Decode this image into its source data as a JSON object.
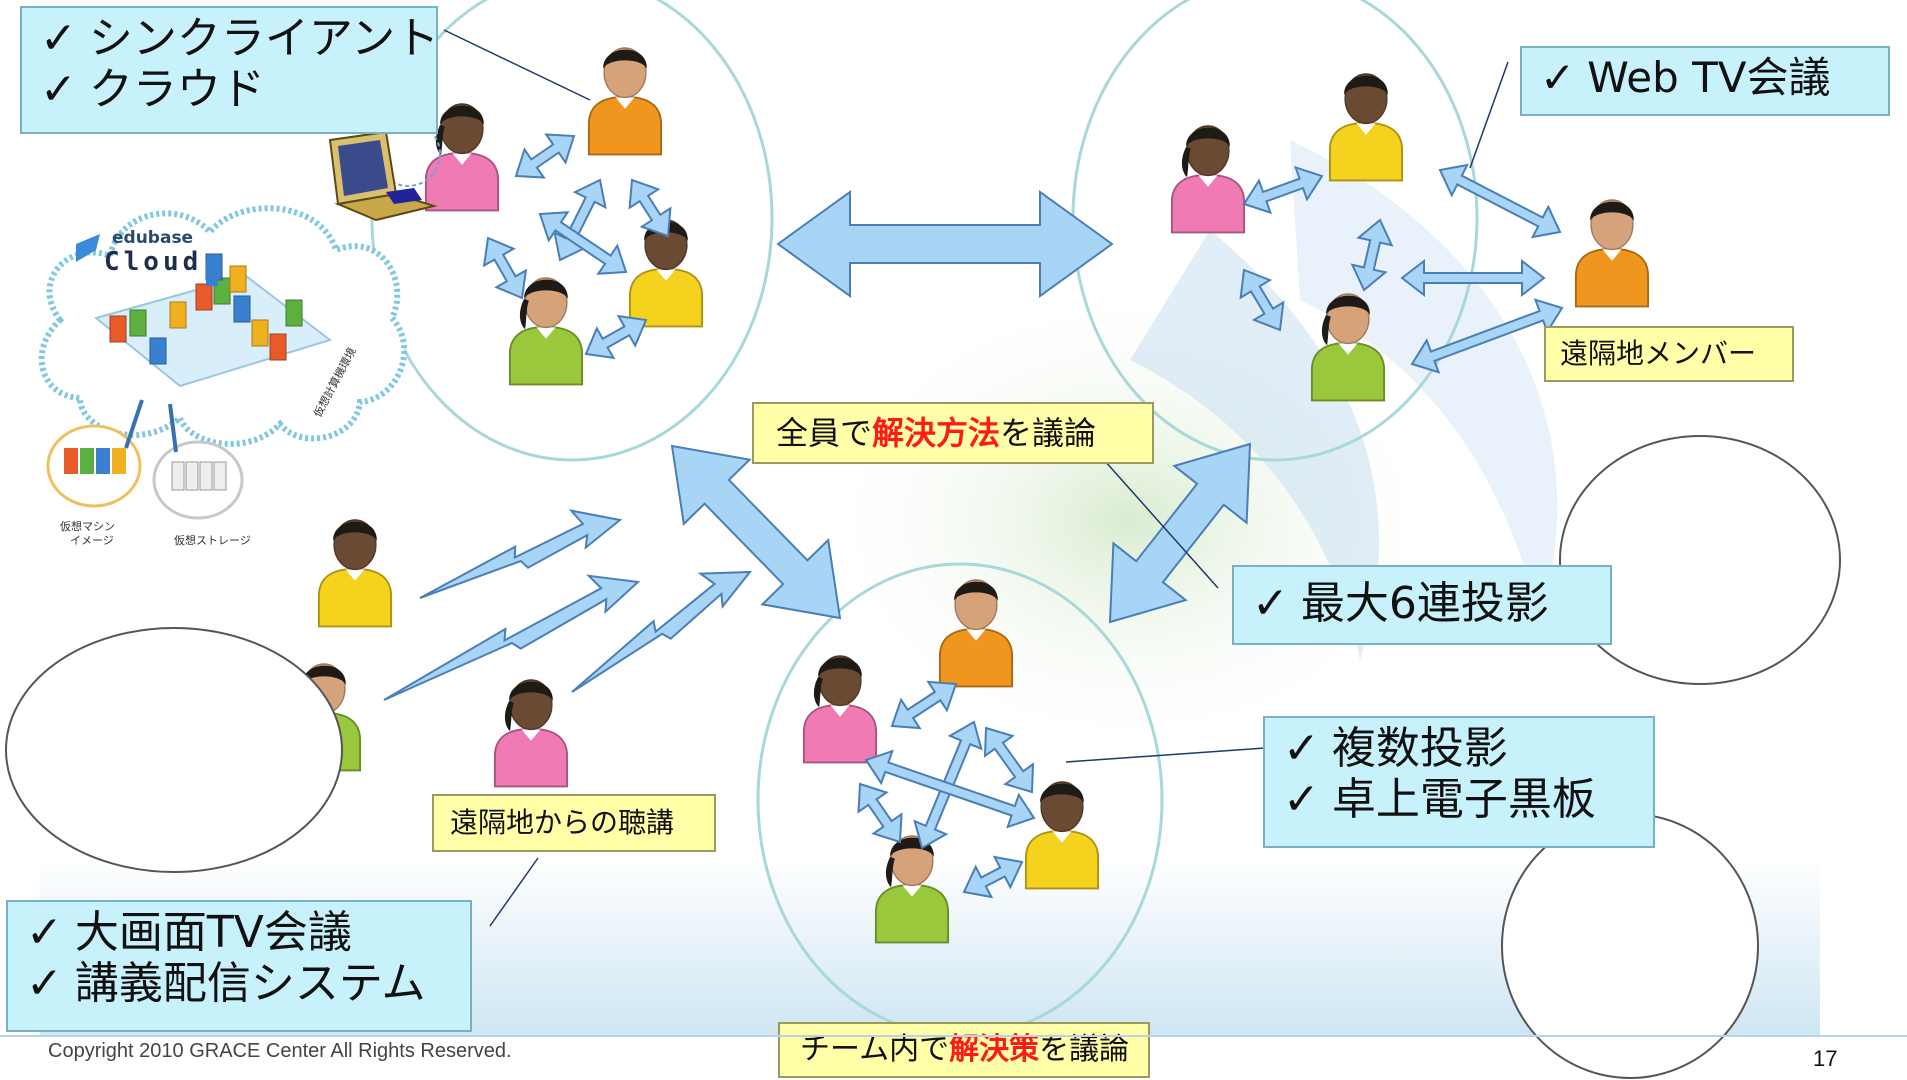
{
  "callouts": {
    "thin_client": [
      "シンクライアント",
      "クラウド"
    ],
    "web_tv": [
      "Web TV会議"
    ],
    "max6": [
      "最大6連投影"
    ],
    "multi": [
      "複数投影",
      "卓上電子黒板"
    ],
    "big_tv": [
      "大画面TV会議",
      "講義配信システム"
    ]
  },
  "check_mark": "✓",
  "labels": {
    "remote_members": "遠隔地メンバー",
    "remote_lecture": "遠隔地からの聴講",
    "top_center": {
      "pre": "全員で",
      "highlight": "解決方法",
      "post": "を議論"
    },
    "bottom_center": {
      "pre": "チーム内で",
      "highlight": "解決策",
      "post": "を議論"
    }
  },
  "cloud_logo": {
    "line1": "edubase",
    "line2": "Cloud"
  },
  "cloud_labels": {
    "vm": "仮想マシン\nイメージ",
    "storage": "仮想ストレージ",
    "side": "仮想計算機環境"
  },
  "footer": {
    "copyright": "Copyright 2010 GRACE Center All Rights Reserved.",
    "page": "17"
  },
  "colors": {
    "callout_bg": "#c8f2fb",
    "label_bg": "#ffffa8",
    "arrow_fill": "#a8d4f5",
    "arrow_stroke": "#4a7fb5",
    "circle_stroke": "#a8d8d8",
    "highlight": "#ff1a1a",
    "person_orange": "#f0961e",
    "person_pink": "#f07ab4",
    "person_yellow": "#f5d21e",
    "person_green": "#9ac83c"
  }
}
